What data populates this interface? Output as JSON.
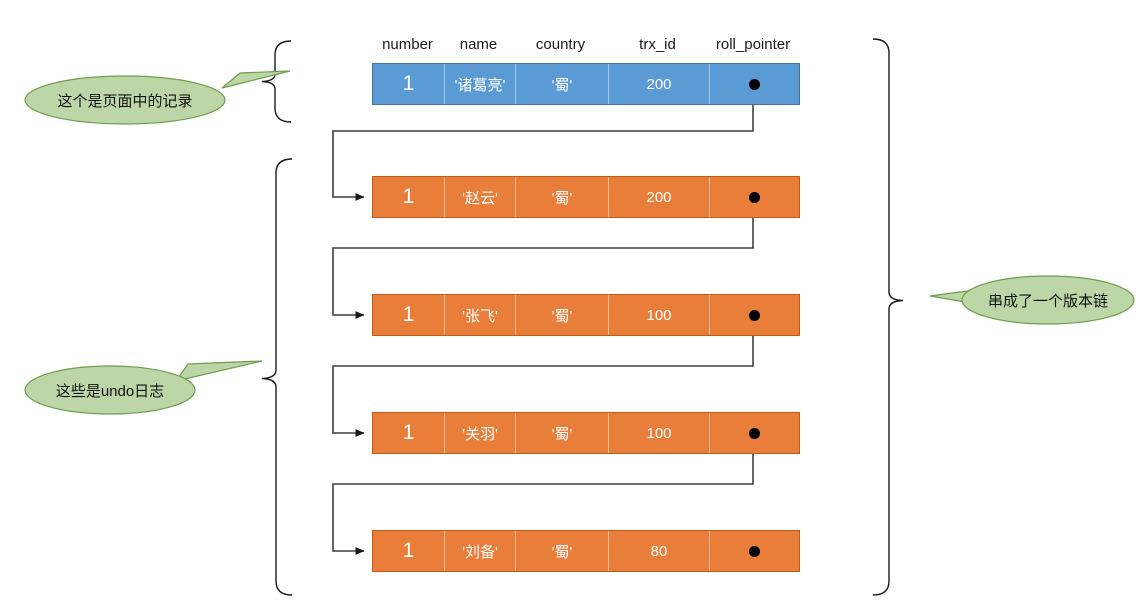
{
  "diagram": {
    "title": "MySQL undo log version chain",
    "colors": {
      "record_blue_fill": "#5B9BD5",
      "record_blue_border": "#41719C",
      "undo_orange_fill": "#E97D3A",
      "undo_orange_border": "#C15A16",
      "callout_fill": "#BDD6A8",
      "callout_border": "#6E9E4C",
      "connector_line": "#3F3F3F",
      "brace_line": "#1A1A1A",
      "cell_text": "#FFFFFF",
      "header_text": "#1A1A1A"
    },
    "columns": [
      {
        "key": "number",
        "label": "number"
      },
      {
        "key": "name",
        "label": "name"
      },
      {
        "key": "country",
        "label": "country"
      },
      {
        "key": "trx_id",
        "label": "trx_id"
      },
      {
        "key": "roll_pointer",
        "label": "roll_pointer"
      }
    ],
    "rows": [
      {
        "kind": "record",
        "number": "1",
        "name": "'诸葛亮'",
        "country": "'蜀'",
        "trx_id": "200",
        "roll_pointer": "pointer-dot",
        "has_outgoing_pointer": true,
        "has_incoming_arrow": false
      },
      {
        "kind": "undo",
        "number": "1",
        "name": "'赵云'",
        "country": "'蜀'",
        "trx_id": "200",
        "roll_pointer": "pointer-dot",
        "has_outgoing_pointer": true,
        "has_incoming_arrow": true
      },
      {
        "kind": "undo",
        "number": "1",
        "name": "'张飞'",
        "country": "'蜀'",
        "trx_id": "100",
        "roll_pointer": "pointer-dot",
        "has_outgoing_pointer": true,
        "has_incoming_arrow": true
      },
      {
        "kind": "undo",
        "number": "1",
        "name": "'关羽'",
        "country": "'蜀'",
        "trx_id": "100",
        "roll_pointer": "pointer-dot",
        "has_outgoing_pointer": true,
        "has_incoming_arrow": true
      },
      {
        "kind": "undo",
        "number": "1",
        "name": "'刘备'",
        "country": "'蜀'",
        "trx_id": "80",
        "roll_pointer": "pointer-dot",
        "has_outgoing_pointer": false,
        "has_incoming_arrow": true
      }
    ],
    "callouts": [
      {
        "id": "record-callout",
        "text": "这个是页面中的记录",
        "tail": "right"
      },
      {
        "id": "undo-callout",
        "text": "这些是undo日志",
        "tail": "right"
      },
      {
        "id": "chain-callout",
        "text": "串成了一个版本链",
        "tail": "left"
      }
    ],
    "braces": [
      {
        "id": "record-brace",
        "direction": "left",
        "groups": "record-row"
      },
      {
        "id": "undo-brace",
        "direction": "left",
        "groups": "undo-rows"
      },
      {
        "id": "chain-brace",
        "direction": "right",
        "groups": "all-rows"
      }
    ]
  }
}
